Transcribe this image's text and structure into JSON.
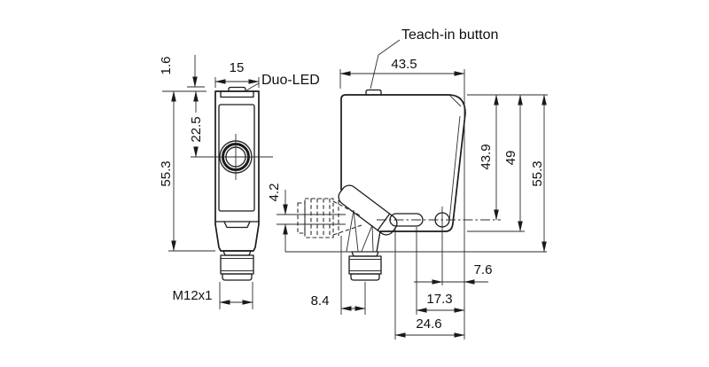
{
  "drawing": {
    "labels": {
      "teach_in_button": "Teach-in button",
      "duo_led": "Duo-LED"
    },
    "front": {
      "width": "15",
      "led_height": "1.6",
      "lens_center": "22.5",
      "height": "55.3",
      "thread": "M12x1"
    },
    "side": {
      "width": "43.5",
      "hole_axis_from_top": "43.9",
      "depth": "49",
      "height": "55.3",
      "axis_offset": "4.2",
      "connector_center_from_rear": "8.4",
      "hole_from_front": "7.6",
      "slot_near_from_front": "17.3",
      "slot_far_from_front": "24.6"
    }
  }
}
